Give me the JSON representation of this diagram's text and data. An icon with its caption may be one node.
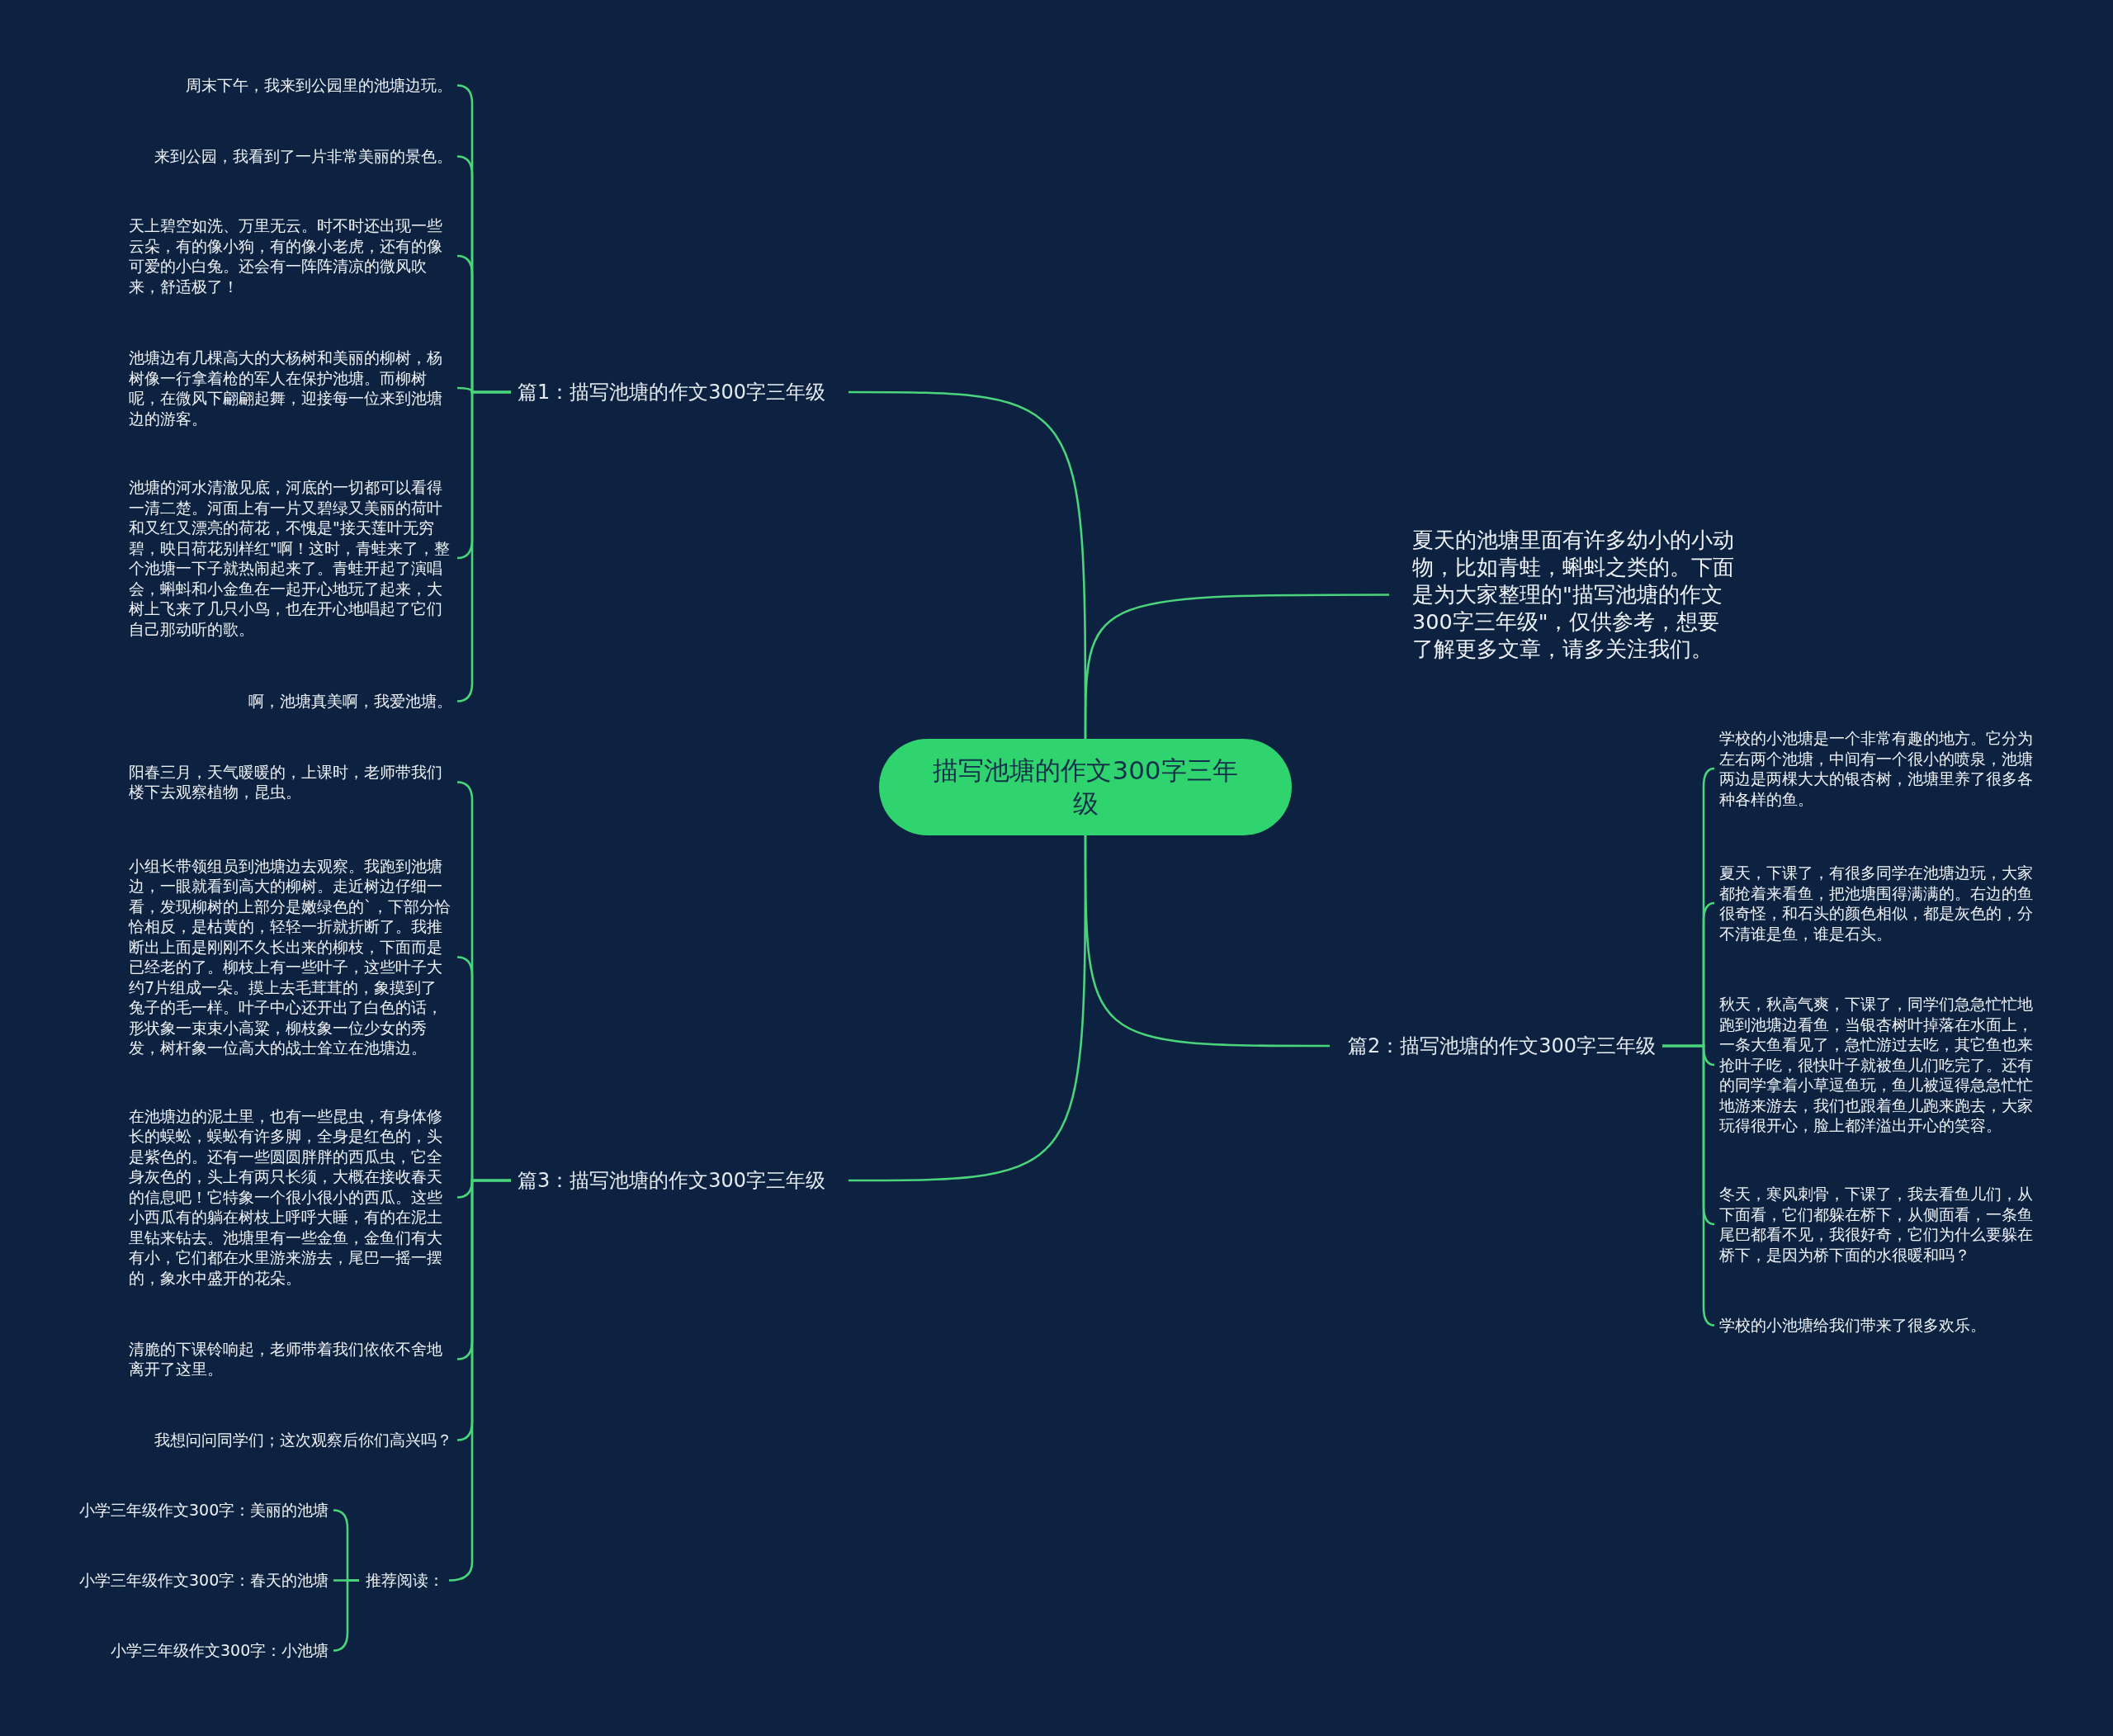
{
  "diagram": {
    "nodes": [
      {
        "text": [
          "描写池塘的作文300字三年级"
        ]
      },
      {
        "text": [
          "篇1：描写池塘的作文300字三年级"
        ]
      },
      {
        "text": [
          "周末下午，我来到公园里的池塘边玩。"
        ]
      },
      {
        "text": [
          "来到公园，我看到了一片非常美丽的景色。"
        ]
      },
      {
        "text": [
          "天上碧空如洗、万里无云。时不时还出现一些云朵，有的像小狗，有的像小老虎，还有的像可爱的小白兔。还会有一阵阵清凉的微风吹来，舒适极了！"
        ]
      },
      {
        "text": [
          "池塘边有几棵高大的大杨树和美丽的柳树，杨树像一行拿着枪的军人在保护池塘。而柳树呢，在微风下翩翩起舞，迎接每一位来到池塘边的游客。"
        ]
      },
      {
        "text": [
          "池塘的河水清澈见底，河底的一切都可以看得一清二楚。河面上有一片又碧绿又美丽的荷叶和又红又漂亮的荷花，不愧是\"接天莲叶无穷碧，映日荷花别样红\"啊！这时，青蛙来了，整个池塘一下子就热闹起来了。青蛙开起了演唱会，蝌蚪和小金鱼在一起开心地玩了起来，大树上飞来了几只小鸟，也在开心地唱起了它们自己那动听的歌。"
        ]
      },
      {
        "text": [
          "啊，池塘真美啊，我爱池塘。"
        ]
      },
      {
        "text": [
          "夏天的池塘里面有许多幼小的小动物，比如青蛙，蝌蚪之类的。下面是为大家整理的\"描写池塘的作文300字三年级\"，仅供参考，想要了解更多文章，请多关注我们。"
        ]
      },
      {
        "text": [
          "篇2：描写池塘的作文300字三年级"
        ]
      },
      {
        "text": [
          "学校的小池塘是一个非常有趣的地方。它分为左右两个池塘，中间有一个很小的喷泉，池塘两边是两棵大大的银杏树，池塘里养了很多各种各样的鱼。"
        ]
      },
      {
        "text": [
          "夏天，下课了，有很多同学在池塘边玩，大家都抢着来看鱼，把池塘围得满满的。右边的鱼很奇怪，和石头的颜色相似，都是灰色的，分不清谁是鱼，谁是石头。"
        ]
      },
      {
        "text": [
          "秋天，秋高气爽，下课了，同学们急急忙忙地跑到池塘边看鱼，当银杏树叶掉落在水面上，一条大鱼看见了，急忙游过去吃，其它鱼也来抢叶子吃，很快叶子就被鱼儿们吃完了。还有的同学拿着小草逗鱼玩，鱼儿被逗得急急忙忙地游来游去，我们也跟着鱼儿跑来跑去，大家玩得很开心，脸上都洋溢出开心的笑容。"
        ]
      },
      {
        "text": [
          "冬天，寒风刺骨，下课了，我去看鱼儿们，从下面看，它们都躲在桥下，从侧面看，一条鱼尾巴都看不见，我很好奇，它们为什么要躲在桥下，是因为桥下面的水很暖和吗？"
        ]
      },
      {
        "text": [
          "学校的小池塘给我们带来了很多欢乐。"
        ]
      },
      {
        "text": [
          "篇3：描写池塘的作文300字三年级"
        ]
      },
      {
        "text": [
          "阳春三月，天气暖暖的，上课时，老师带我们楼下去观察植物，昆虫。"
        ]
      },
      {
        "text": [
          "小组长带领组员到池塘边去观察。我跑到池塘边，一眼就看到高大的柳树。走近树边仔细一看，发现柳树的上部分是嫩绿色的`，下部分恰恰相反，是枯黄的，轻轻一折就折断了。我推断出上面是刚刚不久长出来的柳枝，下面而是已经老的了。柳枝上有一些叶子，这些叶子大约7片组成一朵。摸上去毛茸茸的，象摸到了兔子的毛一样。叶子中心还开出了白色的话，形状象一束束小高粱，柳枝象一位少女的秀发，树杆象一位高大的战士耸立在池塘边。"
        ]
      },
      {
        "text": [
          "在池塘边的泥土里，也有一些昆虫，有身体修长的蜈蚣，蜈蚣有许多脚，全身是红色的，头是紫色的。还有一些圆圆胖胖的西瓜虫，它全身灰色的，头上有两只长须，大概在接收春天的信息吧！它特象一个很小很小的西瓜。这些小西瓜有的躺在树枝上呼呼大睡，有的在泥土里钻来钻去。池塘里有一些金鱼，金鱼们有大有小，它们都在水里游来游去，尾巴一摇一摆的，象水中盛开的花朵。"
        ]
      },
      {
        "text": [
          "清脆的下课铃响起，老师带着我们依依不舍地离开了这里。"
        ]
      },
      {
        "text": [
          "我想问问同学们；这次观察后你们高兴吗？"
        ]
      },
      {
        "text": [
          "推荐阅读："
        ]
      },
      {
        "text": [
          "小学三年级作文300字：美丽的池塘"
        ]
      },
      {
        "text": [
          "小学三年级作文300字：春天的池塘"
        ]
      },
      {
        "text": [
          "小学三年级作文300字：小池塘"
        ]
      }
    ],
    "edges": [
      {
        "from": 0,
        "to": 1,
        "arrow": "none"
      },
      {
        "from": 1,
        "to": 2,
        "arrow": "none"
      },
      {
        "from": 1,
        "to": 3,
        "arrow": "none"
      },
      {
        "from": 1,
        "to": 4,
        "arrow": "none"
      },
      {
        "from": 1,
        "to": 5,
        "arrow": "none"
      },
      {
        "from": 1,
        "to": 6,
        "arrow": "none"
      },
      {
        "from": 1,
        "to": 7,
        "arrow": "none"
      },
      {
        "from": 0,
        "to": 8,
        "arrow": "none"
      },
      {
        "from": 0,
        "to": 9,
        "arrow": "none"
      },
      {
        "from": 9,
        "to": 10,
        "arrow": "none"
      },
      {
        "from": 9,
        "to": 11,
        "arrow": "none"
      },
      {
        "from": 9,
        "to": 12,
        "arrow": "none"
      },
      {
        "from": 9,
        "to": 13,
        "arrow": "none"
      },
      {
        "from": 9,
        "to": 14,
        "arrow": "none"
      },
      {
        "from": 0,
        "to": 15,
        "arrow": "none"
      },
      {
        "from": 15,
        "to": 16,
        "arrow": "none"
      },
      {
        "from": 15,
        "to": 17,
        "arrow": "none"
      },
      {
        "from": 15,
        "to": 18,
        "arrow": "none"
      },
      {
        "from": 15,
        "to": 19,
        "arrow": "none"
      },
      {
        "from": 15,
        "to": 20,
        "arrow": "none"
      },
      {
        "from": 15,
        "to": 21,
        "arrow": "none"
      },
      {
        "from": 21,
        "to": 22,
        "arrow": "none"
      },
      {
        "from": 21,
        "to": 23,
        "arrow": "none"
      },
      {
        "from": 21,
        "to": 24,
        "arrow": "none"
      }
    ]
  }
}
